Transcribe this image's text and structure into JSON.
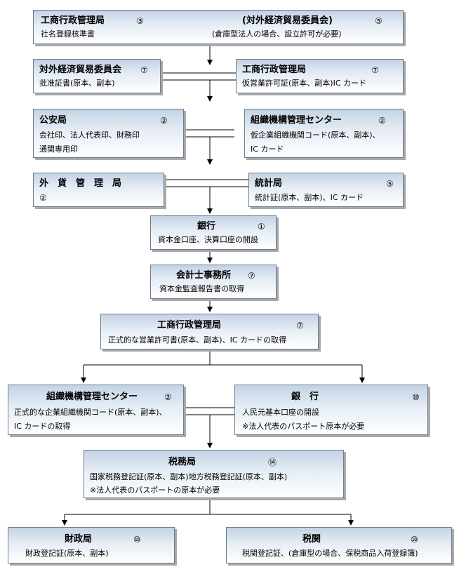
{
  "nodes": {
    "b1": {
      "title": "工商行政管理局",
      "num": "③",
      "title2": "(対外経済貿易委員会)",
      "num2": "⑤",
      "line1": "社名登録核準書",
      "line2": "(倉庫型法人の場合、設立許可が必要)"
    },
    "b2a": {
      "title": "対外経済貿易委員会",
      "num": "⑦",
      "line1": "批准証書(原本、副本)"
    },
    "b2b": {
      "title": "工商行政管理局",
      "num": "⑦",
      "line1": "仮営業許可証(原本、副本)IC カード"
    },
    "b3a": {
      "title": "公安局",
      "num": "②",
      "line1": "会社印、法人代表印、財務印",
      "line2": "通関専用印"
    },
    "b3b": {
      "title": "組織機構管理センター",
      "num": "②",
      "line1": "仮企業組織機関コード(原本、副本)、",
      "line2": "IC カード"
    },
    "b4a": {
      "title": "外　貨　管　理　局",
      "num": "②"
    },
    "b4b": {
      "title": "統計局",
      "num": "⑤",
      "line1": "統計証(原本、副本)、IC カード"
    },
    "b5": {
      "title": "銀行",
      "num": "①",
      "line1": "資本金口座、決算口座の開設"
    },
    "b6": {
      "title": "会計士事務所",
      "num": "⑦",
      "line1": "資本金監査報告書の取得"
    },
    "b7": {
      "title": "工商行政管理局",
      "num": "⑦",
      "line1": "正式的な営業許可書(原本、副本)、IC カードの取得"
    },
    "b8a": {
      "title": "組織機構管理センター",
      "num": "②",
      "line1": "正式的な企業組織機関コード(原本、副本)、",
      "line2": "IC カードの取得"
    },
    "b8b": {
      "title": "銀　行",
      "num": "⑩",
      "line1": "人民元基本口座の開設",
      "line2": "※法人代表のパスポート原本が必要"
    },
    "b9": {
      "title": "税務局",
      "num": "⑭",
      "line1": "国家税務登記証(原本、副本)地方税務登記証(原本、副本)",
      "line2": "※法人代表のパスポートの原本が必要"
    },
    "b10a": {
      "title": "財政局",
      "num": "⑩",
      "line1": "財政登記証(原本、副本)"
    },
    "b10b": {
      "title": "税関",
      "num": "⑩",
      "line1": "税関登記証、(倉庫型の場合、保税商品入荷登録簿)"
    }
  }
}
